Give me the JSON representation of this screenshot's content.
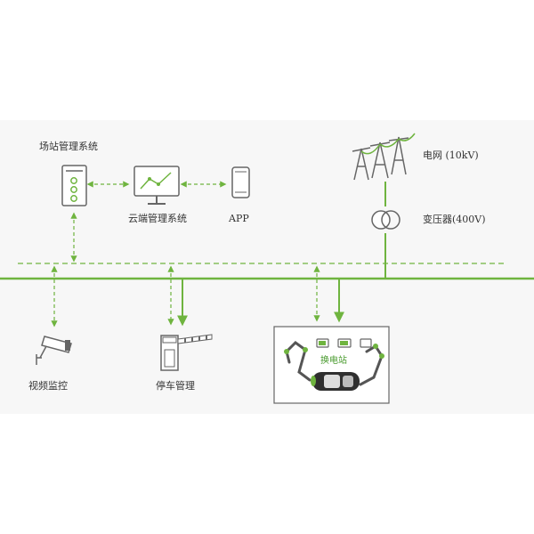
{
  "labels": {
    "station_mgmt": "场站管理系统",
    "cloud_mgmt": "云端管理系统",
    "app": "APP",
    "grid": "电网 (10kV)",
    "transformer": "变压器(400V)",
    "video": "视频监控",
    "parking": "停车管理",
    "swap_station": "换电站"
  },
  "colors": {
    "accent_green": "#6fb43f",
    "label_green": "#4a9b2f",
    "icon_gray": "#666666",
    "panel_bg": "#f7f7f7"
  },
  "icons": [
    "server-icon",
    "monitor-chart-icon",
    "phone-icon",
    "power-tower-icon",
    "transformer-icon",
    "camera-icon",
    "barrier-gate-icon",
    "robot-arm-icon",
    "battery-icon",
    "car-icon"
  ]
}
